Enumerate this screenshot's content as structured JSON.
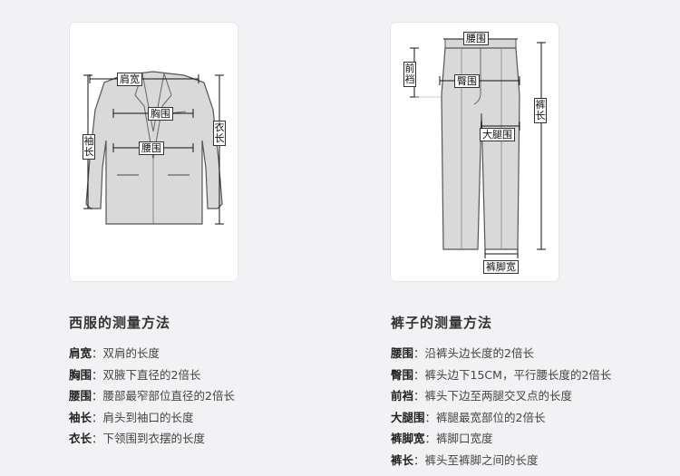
{
  "suit": {
    "labels": {
      "shoulder": "肩宽",
      "chest": "胸围",
      "waist": "腰围",
      "sleeve": "袖长",
      "length": "衣长"
    },
    "section_title": "西服的测量方法",
    "items": [
      {
        "key": "肩宽",
        "sep": "：",
        "desc": "双肩的长度"
      },
      {
        "key": "胸围",
        "sep": "：",
        "desc": "双腋下直径的2倍长"
      },
      {
        "key": "腰围",
        "sep": "：",
        "desc": "腰部最窄部位直径的2倍长"
      },
      {
        "key": "袖长",
        "sep": "：",
        "desc": "肩头到袖口的长度"
      },
      {
        "key": "衣长",
        "sep": "：",
        "desc": "下领围到衣摆的长度"
      }
    ]
  },
  "pants": {
    "labels": {
      "waist": "腰围",
      "front_rise": "前裆",
      "hip": "臀围",
      "thigh": "大腿围",
      "length": "裤长",
      "hem": "裤脚宽"
    },
    "section_title": "裤子的测量方法",
    "items": [
      {
        "key": "腰围",
        "sep": "：",
        "desc": "沿裤头边长度的2倍长"
      },
      {
        "key": "臀围",
        "sep": "：",
        "desc": "裤头边下15CM，平行腰长度的2倍长"
      },
      {
        "key": "前裆",
        "sep": "：",
        "desc": "裤头下边至两腿交叉点的长度"
      },
      {
        "key": "大腿围",
        "sep": "：",
        "desc": "裤腿最宽部位的2倍长"
      },
      {
        "key": "裤脚宽",
        "sep": "：",
        "desc": "裤脚口宽度"
      },
      {
        "key": "裤长",
        "sep": "：",
        "desc": "裤头至裤脚之间的长度"
      }
    ]
  }
}
